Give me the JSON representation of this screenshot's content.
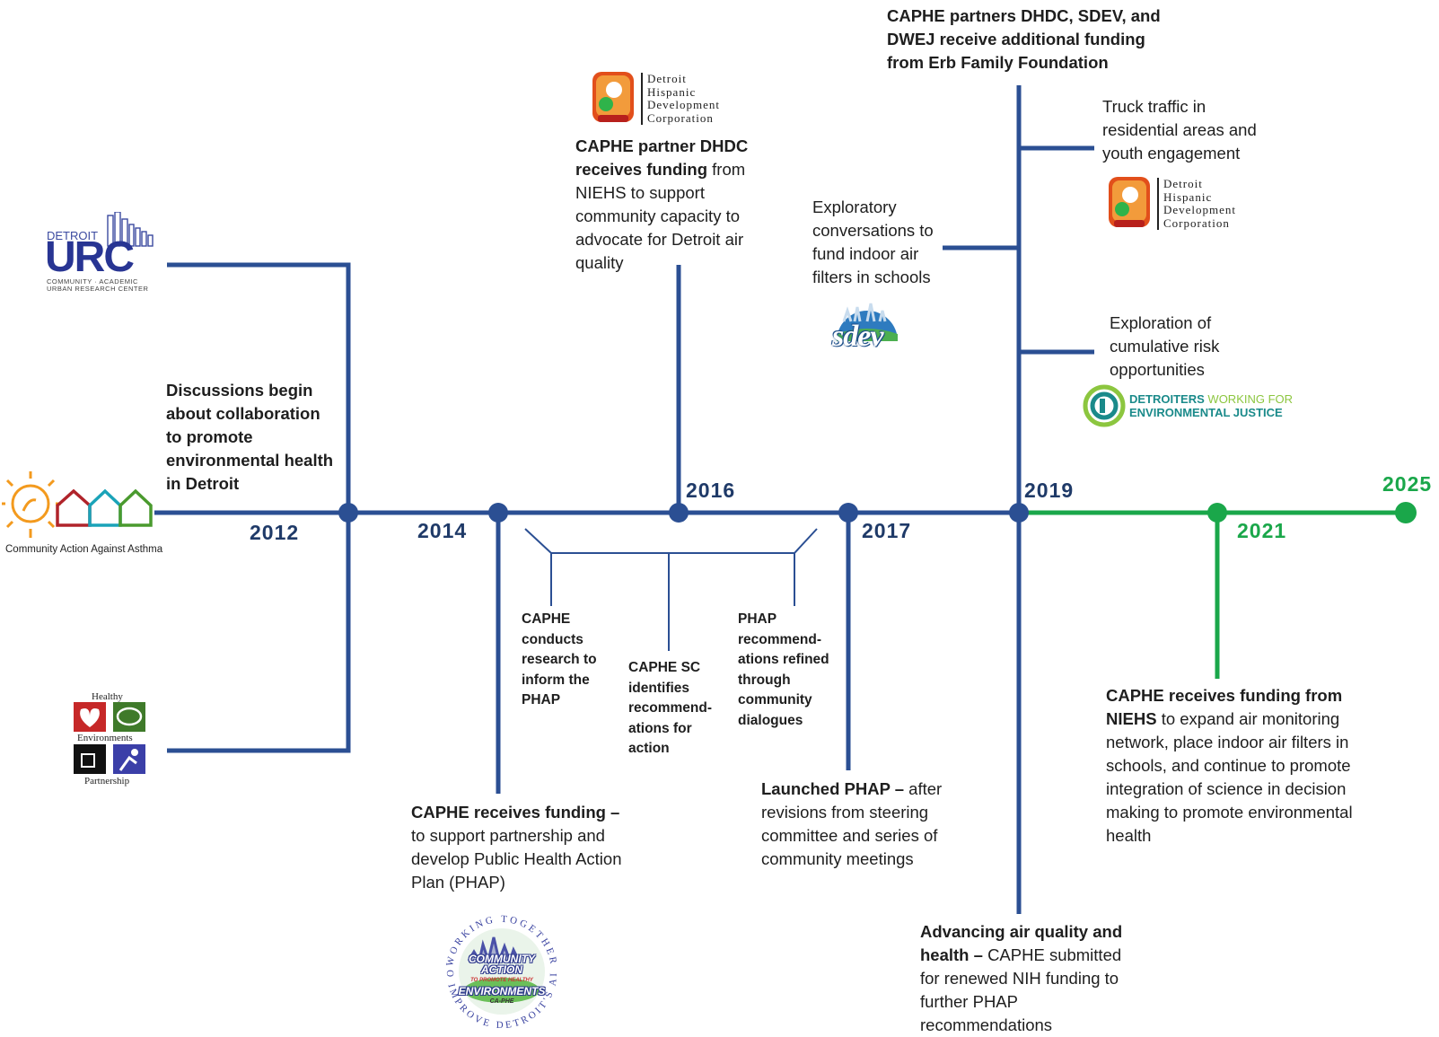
{
  "years": {
    "y2012": "2012",
    "y2014": "2014",
    "y2016": "2016",
    "y2017": "2017",
    "y2019": "2019",
    "y2021": "2021",
    "y2025": "2025"
  },
  "events": {
    "discussions": "Discussions begin about collaboration to promote environmental health in Detroit",
    "caphe_funding_bold": "CAPHE receives funding –",
    "caphe_funding_rest": "to support partnership and develop Public Health Action Plan (PHAP)",
    "dhdc_funding_bold": "CAPHE partner DHDC receives funding",
    "dhdc_funding_rest": "from NIEHS to support community capacity to advocate for Detroit air quality",
    "research": "CAPHE conducts research to inform the PHAP",
    "sc_identifies": "CAPHE SC identifies recommend-ations for action",
    "phap_refined": "PHAP recommend-ations refined through community dialogues",
    "launched_bold": "Launched PHAP –",
    "launched_rest": "after revisions from steering committee and series of community meetings",
    "erb": "CAPHE partners DHDC, SDEV, and DWEJ receive additional funding from Erb Family Foundation",
    "truck": "Truck traffic in residential areas and youth engagement",
    "exploratory": "Exploratory conversations to fund indoor air filters in schools",
    "cumulative": "Exploration of cumulative risk opportunities",
    "advancing_bold": "Advancing air quality and health –",
    "advancing_rest": "CAPHE submitted for renewed NIH funding to further PHAP recommendations",
    "niehs_bold": "CAPHE receives funding from NIEHS",
    "niehs_rest": "to expand air monitoring network, place indoor air filters in schools, and continue to promote integration of science in decision making to promote environmental health"
  },
  "logos": {
    "urc_top": "DETROIT",
    "urc_main": "URC",
    "urc_sub1": "COMMUNITY · ACADEMIC",
    "urc_sub2": "URBAN RESEARCH CENTER",
    "caaa": "Community Action Against Asthma",
    "hep_1": "Healthy",
    "hep_2": "Environments",
    "hep_3": "Partnership",
    "dhdc_1": "Detroit",
    "dhdc_2": "Hispanic",
    "dhdc_3": "Development",
    "dhdc_4": "Corporation",
    "sdev": "sdev",
    "dwej_1": "DETROITERS",
    "dwej_2": "WORKING FOR",
    "dwej_3": "ENVIRONMENTAL JUSTICE",
    "caphe_ring_top": "WORKING TOGETHER",
    "caphe_ring_bottom": "TO IMPROVE DETROIT'S AIR",
    "caphe_1": "COMMUNITY",
    "caphe_2": "ACTION",
    "caphe_3": "TO PROMOTE HEALTHY",
    "caphe_4": "ENVIRONMENTS",
    "caphe_5": "CA-PHE"
  },
  "colors": {
    "blue": "#2b4f93",
    "green": "#1aa74a",
    "year_blue": "#1f3a68"
  }
}
